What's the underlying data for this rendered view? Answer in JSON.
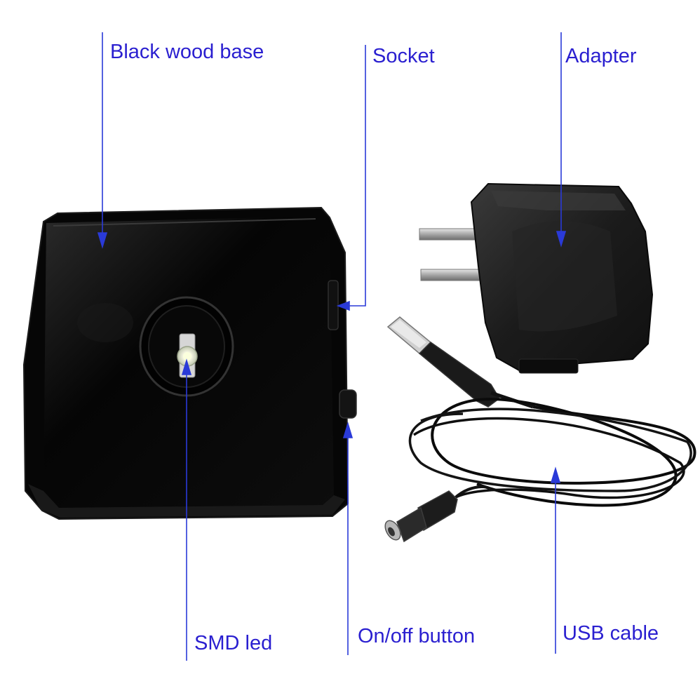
{
  "labels": {
    "black_wood_base": "Black wood base",
    "socket": "Socket",
    "adapter": "Adapter",
    "smd_led": "SMD led",
    "on_off_button": "On/off button",
    "usb_cable": "USB cable"
  },
  "colors": {
    "label": "#2a1fd0",
    "pointer": "#2a3ad8",
    "base": "#050505",
    "adapter": "#1b1b1b",
    "background": "#ffffff"
  }
}
